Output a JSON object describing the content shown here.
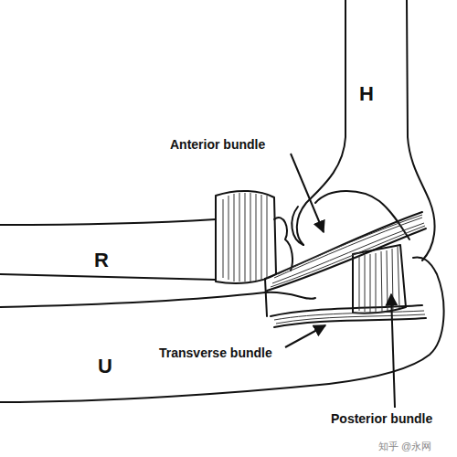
{
  "diagram": {
    "labels": [
      "H",
      "Anterior bundle",
      "R",
      "Transverse bundle",
      "U",
      "Posterior bundle",
      "知乎 @永网"
    ]
  }
}
